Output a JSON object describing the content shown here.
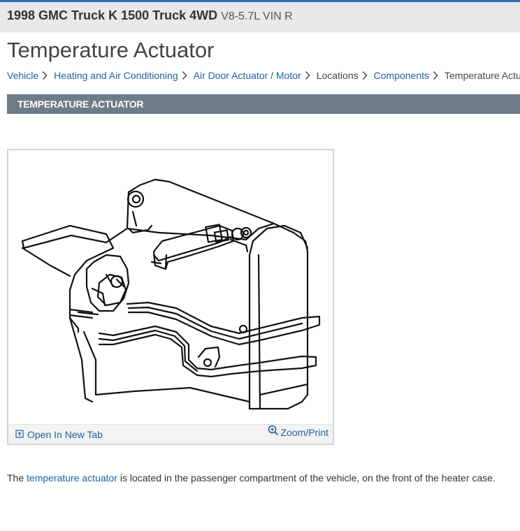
{
  "header": {
    "vehicle_name": "1998 GMC Truck K 1500 Truck 4WD",
    "engine": "V8-5.7L VIN R"
  },
  "page": {
    "title": "Temperature Actuator"
  },
  "breadcrumb": [
    {
      "label": "Vehicle",
      "link": true
    },
    {
      "label": "Heating and Air Conditioning",
      "link": true
    },
    {
      "label": "Air Door Actuator / Motor",
      "link": true
    },
    {
      "label": "Locations",
      "link": false
    },
    {
      "label": "Components",
      "link": true
    },
    {
      "label": "Temperature Actua",
      "link": false
    }
  ],
  "section": {
    "heading": "TEMPERATURE ACTUATOR"
  },
  "figure": {
    "open_tab_label": "Open In New Tab",
    "zoom_label": "Zoom/Print",
    "icons": [
      "open-in-new-tab-icon",
      "zoom-icon"
    ]
  },
  "description": {
    "prefix": "The ",
    "link_text": "temperature actuator",
    "suffix": " is located in the passenger compartment of the vehicle, on the front of the heater case."
  },
  "colors": {
    "accent": "#2f6db5",
    "link": "#1f5fa6",
    "section_bar": "#6e7b89"
  }
}
